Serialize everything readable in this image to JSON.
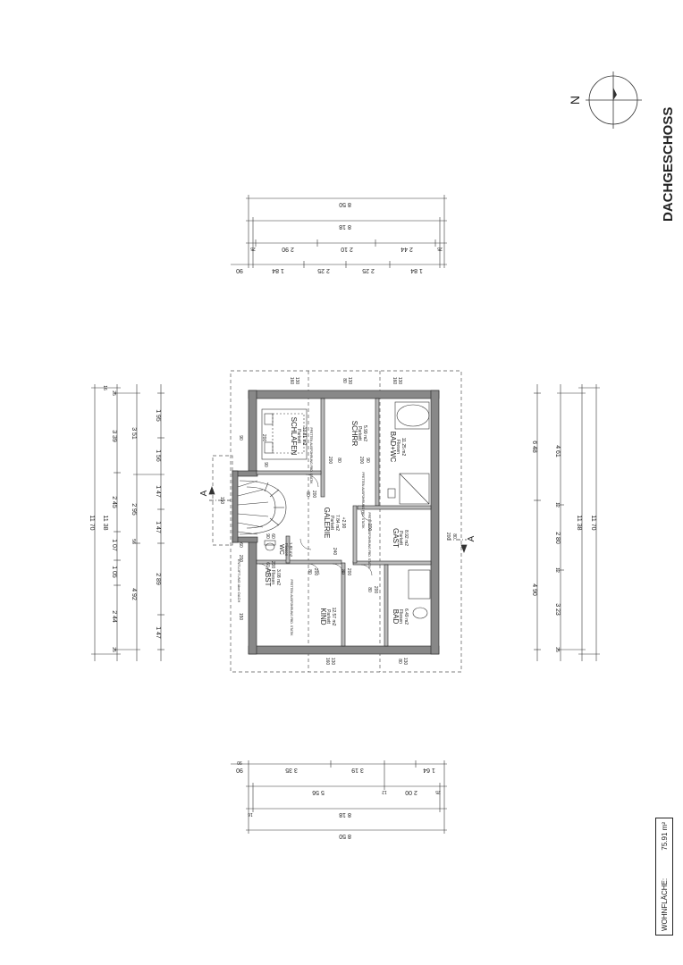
{
  "sheet": {
    "title": "DACHGESCHOSS",
    "north_label": "N",
    "living_area_label": "WOHNFLÄCHE:",
    "living_area_value": "75.91 m²"
  },
  "rooms": [
    {
      "name": "SCHLAFEN",
      "floor": "Parkett",
      "area": "13.81 m2",
      "note": "PFETTEN AUSFÜHRUNG FBD. STATIK"
    },
    {
      "name": "SCHRR",
      "floor": "Parkett",
      "area": "5.99 m2"
    },
    {
      "name": "BAD+WC",
      "floor": "Fliesen",
      "area": "11.25 m2"
    },
    {
      "name": "GALERIE",
      "floor": "Parkett",
      "area": "7.84 m2",
      "height": "+2.90"
    },
    {
      "name": "WC",
      "floor": "Fliesen",
      "area": "1.82 m2"
    },
    {
      "name": "ABST",
      "floor": "Fliesen",
      "area": "3.08 m2"
    },
    {
      "name": "GAST",
      "floor": "Parkett",
      "area": "8.92 m2",
      "note": "PFETTEN AUSFÜHRUNG FBD. STATIK"
    },
    {
      "name": "KIND",
      "floor": "Parkett",
      "area": "12.57 m2",
      "note": "PFETTEN AUSFÜHRUNG FBD. STATIK"
    },
    {
      "name": "BAD",
      "floor": "Fliesen",
      "area": "6.49 m2"
    }
  ],
  "labels": {
    "section_a": "A",
    "vent_note": "ENTLÜFTUNG über DACH",
    "gallery_note": "PFETTEN AUSFÜHRUNG FBD. STATIK",
    "door_200": "200",
    "door_80": "80",
    "door_90": "90",
    "door_160": "160",
    "door_130": "130",
    "door_150": "150",
    "door_240": "240",
    "door_60": "60",
    "door_150b": "150"
  },
  "dims_top": {
    "row1": [
      "8 50"
    ],
    "row2": [
      "8 18"
    ],
    "row3": [
      "16",
      "2 90",
      "2 10",
      "2 44",
      "25",
      "25"
    ],
    "row4": [
      "90",
      "1 84",
      "2 25",
      "2 25",
      "1 84",
      "90"
    ]
  },
  "dims_bottom": {
    "row1": [
      "90",
      "3 35",
      "3 19",
      "1 64",
      "90"
    ],
    "row2": [
      "5 56",
      "12",
      "2 00",
      "25"
    ],
    "row3": [
      "8 18",
      "16"
    ],
    "row4": [
      "8 50"
    ]
  },
  "dims_left": {
    "row1": [
      "11 70"
    ],
    "row2": [
      "11 38",
      "16"
    ],
    "row3": [
      "25",
      "3 39",
      "12",
      "2 45",
      "12",
      "1 07",
      "12",
      "1 05",
      "12",
      "2 44",
      "25"
    ],
    "row4": [
      "3 51",
      "2 95",
      "56",
      "4 92"
    ],
    "row5": [
      "1 95",
      "1 56",
      "1 47",
      "1 47",
      "2 89",
      "1 47"
    ]
  },
  "dims_right": {
    "row1": [
      "6 48",
      "4 90"
    ],
    "row2": [
      "4 61",
      "12",
      "2 80",
      "12",
      "3 23",
      "25"
    ],
    "row3": [
      "11 38"
    ],
    "row4": [
      "11 70"
    ]
  }
}
